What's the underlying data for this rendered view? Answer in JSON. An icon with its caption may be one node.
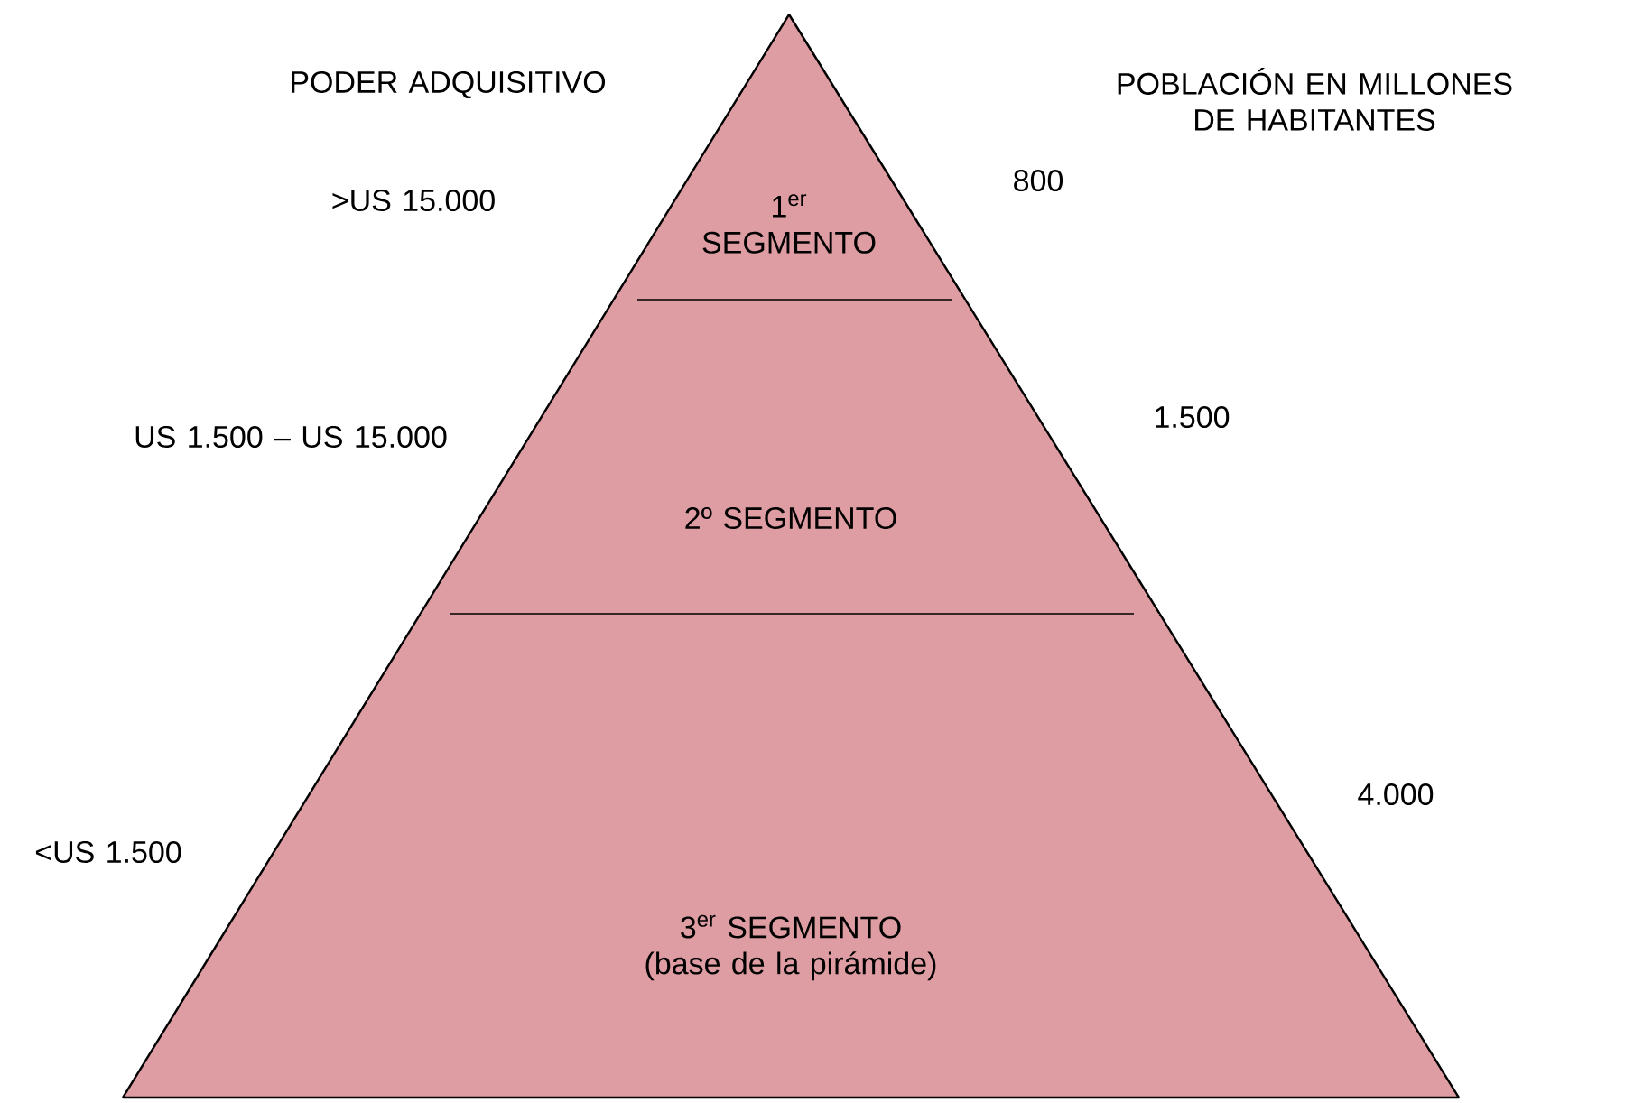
{
  "diagram": {
    "nodes": [
      {
        "text": [
          "1$^{er}$ SEGMENTO"
        ]
      },
      {
        "text": [
          "2º SEGMENTO"
        ]
      },
      {
        "text": [
          "3$^{er}$ SEGMENTO (base de la pirámide)"
        ]
      }
    ],
    "labels": [
      "PODER ADQUISITIVO",
      "POBLACIÓN EN MILLONES DE HABITANTES",
      ">US 15.000",
      "800",
      "US 1.500 – US 15.000",
      "1.500",
      "4.000",
      "<US 1.500"
    ]
  }
}
